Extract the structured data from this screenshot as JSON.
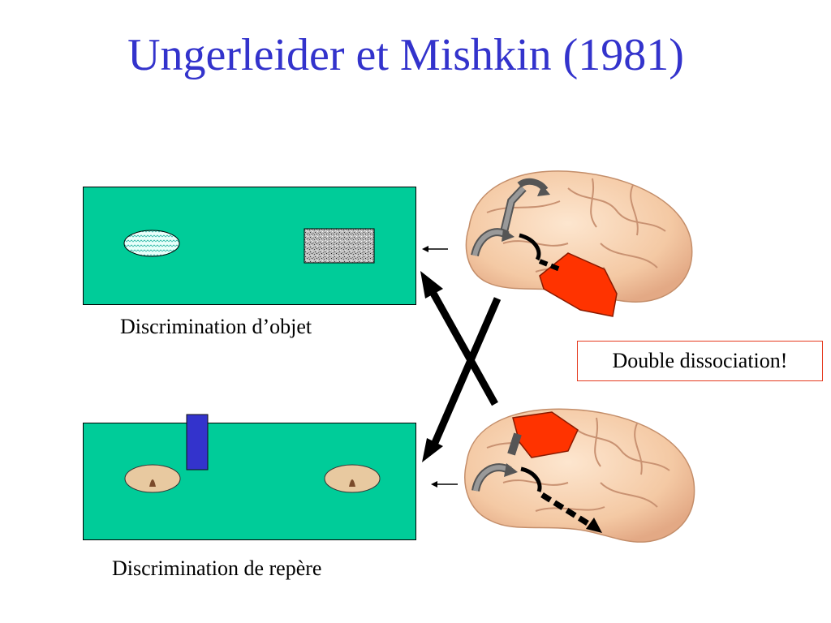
{
  "title": "Ungerleider et Mishkin (1981)",
  "panels": {
    "object": {
      "caption": "Discrimination d’objet"
    },
    "landmark": {
      "caption": "Discrimination de repère"
    }
  },
  "callout": {
    "text": "Double dissociation!"
  },
  "colors": {
    "title": "#3333cc",
    "board": "#00cc99",
    "lesion": "#ff3300",
    "landmark_post": "#3333cc",
    "brain": "#f7d3b0",
    "callout_border": "#e53a1f"
  },
  "icons": [
    "brain-illustration",
    "lesion-temporal",
    "lesion-parietal",
    "arrow-left",
    "crossing-arrows"
  ]
}
